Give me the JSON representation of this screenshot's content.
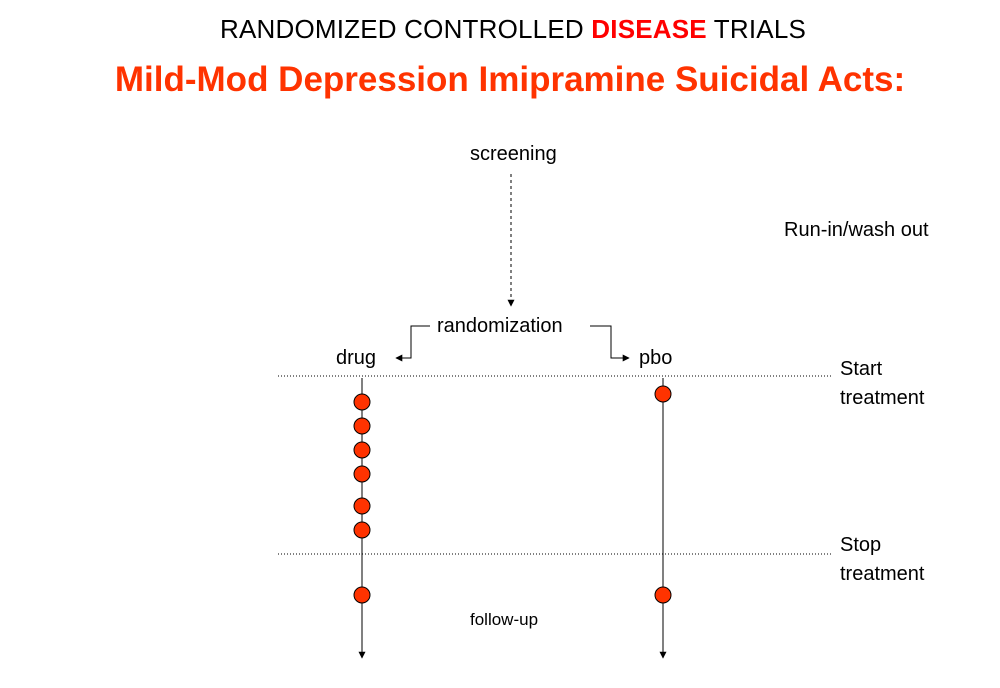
{
  "title_line1": {
    "before": "RANDOMIZED CONTROLLED ",
    "highlight": "DISEASE",
    "after": " TRIALS"
  },
  "title_line2": "Mild-Mod Depression Imipramine Suicidal Acts:",
  "nodes": {
    "screening": "screening",
    "randomization": "randomization",
    "drug": "drug",
    "pbo": "pbo",
    "follow_up": "follow-up"
  },
  "phases": {
    "run_in": "Run-in/wash out",
    "start_line1": "Start",
    "start_line2": "treatment",
    "stop_line1": "Stop",
    "stop_line2": "treatment"
  },
  "events": {
    "drug_during_treatment": 6,
    "drug_follow_up": 1,
    "pbo_during_treatment": 1,
    "pbo_follow_up": 1
  },
  "colors": {
    "event_fill": "#ff3300",
    "title_red": "#ff3300",
    "highlight_red": "#ff0000"
  }
}
